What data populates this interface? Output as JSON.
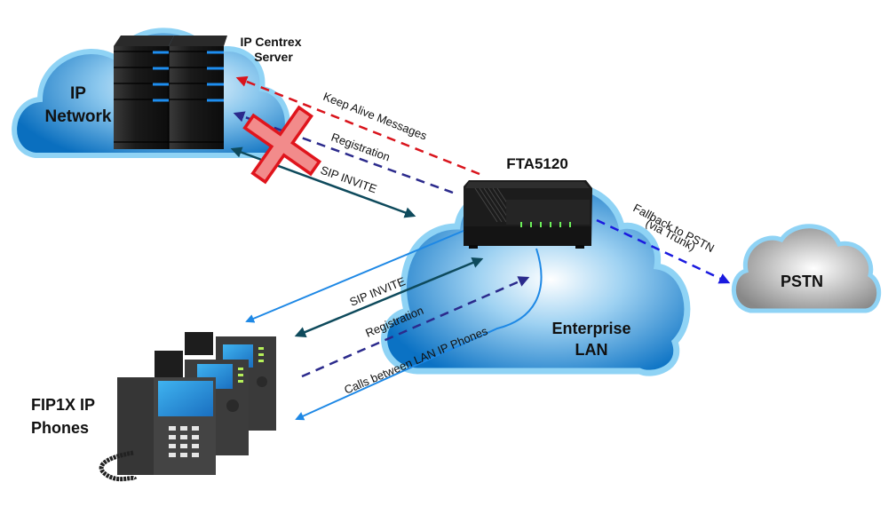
{
  "nodes": {
    "ip_network": {
      "label_line1": "IP",
      "label_line2": "Network"
    },
    "server": {
      "label_line1": "IP Centrex",
      "label_line2": "Server"
    },
    "gateway": {
      "label": "FTA5120"
    },
    "lan": {
      "label_line1": "Enterprise",
      "label_line2": "LAN"
    },
    "pstn": {
      "label": "PSTN"
    },
    "phones": {
      "label_line1": "FIP1X IP",
      "label_line2": "Phones"
    }
  },
  "links": {
    "keep_alive": {
      "label": "Keep Alive Messages",
      "color": "#d9141c",
      "style": "dashed"
    },
    "registration_wan": {
      "label": "Registration",
      "color": "#2b2a8c",
      "style": "dashed"
    },
    "sip_invite_wan": {
      "label": "SIP INVITE",
      "color": "#0e4a5c",
      "style": "solid"
    },
    "fallback": {
      "label_line1": "Fallback to PSTN",
      "label_line2": "(via Trunk)",
      "color": "#1a1adf",
      "style": "dashed"
    },
    "sip_invite_lan": {
      "label": "SIP INVITE",
      "color": "#0e4a5c",
      "style": "solid"
    },
    "registration_lan": {
      "label": "Registration",
      "color": "#2b2a8c",
      "style": "dashed"
    },
    "calls_lan": {
      "label": "Calls between LAN IP Phones",
      "color": "#1e88e5",
      "style": "solid"
    }
  },
  "failure_marker": {
    "icon": "red-x-icon",
    "color": "#f28b8b",
    "stroke": "#e0141c"
  },
  "colors": {
    "cloud_blue_dark": "#0a6fbf",
    "cloud_blue_light": "#ffffff",
    "cloud_outline": "#8fd3f5",
    "cloud_gray": "#9a9a9a"
  }
}
